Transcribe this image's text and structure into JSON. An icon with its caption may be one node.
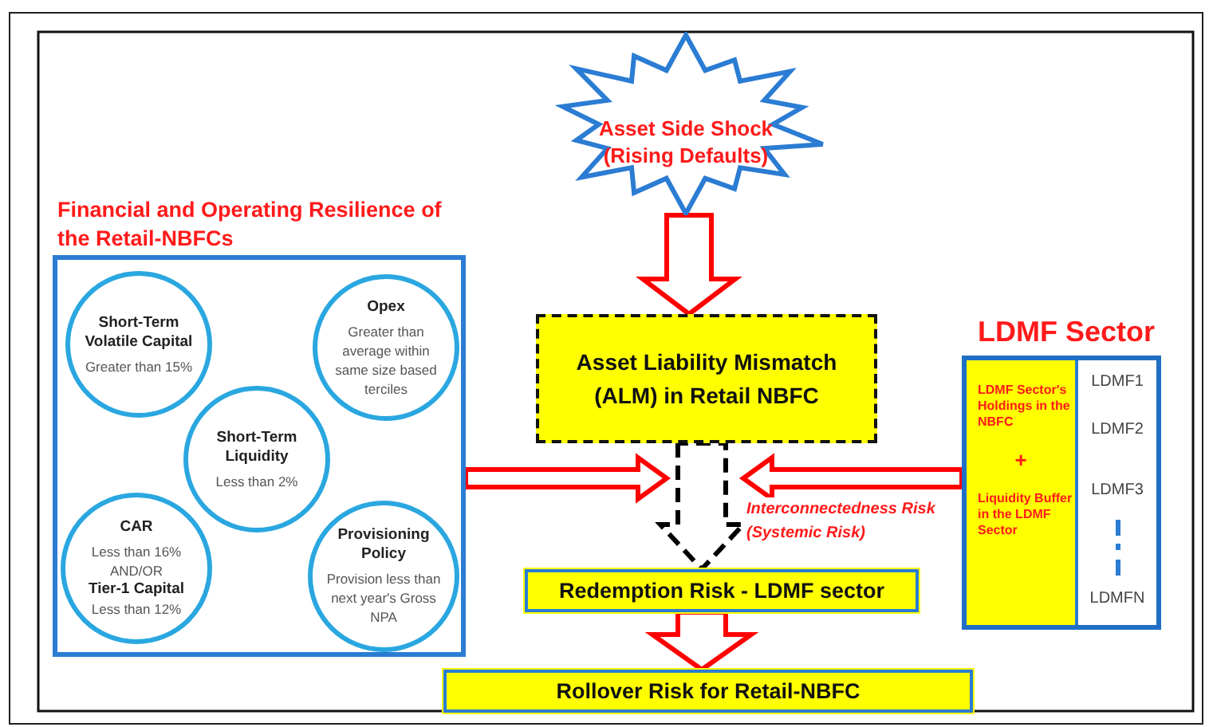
{
  "diagram": {
    "nodes": [
      {
        "text": [
          "Asset Side Shock (Rising Defaults)"
        ]
      },
      {
        "text": [
          "Financial and Operating Resilience of the Retail-NBFCs"
        ]
      },
      {
        "text": [
          "Short-Term Volatile Capital",
          "Greater than 15%"
        ],
        "in": 1
      },
      {
        "text": [
          "Opex",
          "Greater than average within same size based terciles"
        ],
        "in": 1
      },
      {
        "text": [
          "Short-Term Liquidity",
          "Less than 2%"
        ],
        "in": 1
      },
      {
        "text": [
          "CAR",
          "Less than 16%",
          "AND/OR",
          "Tier-1 Capital",
          "Less than 12%"
        ],
        "in": 1
      },
      {
        "text": [
          "Provisioning Policy",
          "Provision less than next year's Gross NPA"
        ],
        "in": 1
      },
      {
        "text": [
          "Asset Liability Mismatch (ALM) in Retail NBFC"
        ]
      },
      {
        "text": [
          "Redemption Risk - LDMF sector"
        ]
      },
      {
        "text": [
          "Rollover Risk for Retail-NBFC"
        ]
      },
      {
        "text": [
          "LDMF Sector"
        ]
      },
      {
        "text": [
          "LDMF Sector's Holdings in the NBFC",
          "+",
          "Liquidity Buffer in the LDMF Sector"
        ],
        "in": 10
      },
      {
        "text": [
          "LDMF1",
          "LDMF2",
          "LDMF3",
          "LDMFN"
        ],
        "in": 10
      }
    ],
    "edges": [
      {
        "from": 0,
        "to": 7,
        "arrow": "to"
      },
      {
        "from": 7,
        "to": 8,
        "arrow": "to",
        "style": "dashed",
        "color": "#000000"
      },
      {
        "from": 1,
        "to": null,
        "arrow": "to"
      },
      {
        "from": 10,
        "to": null,
        "arrow": "to",
        "label": "Interconnectedness Risk (Systemic Risk)"
      },
      {
        "from": 8,
        "to": 9,
        "arrow": "to"
      }
    ]
  }
}
